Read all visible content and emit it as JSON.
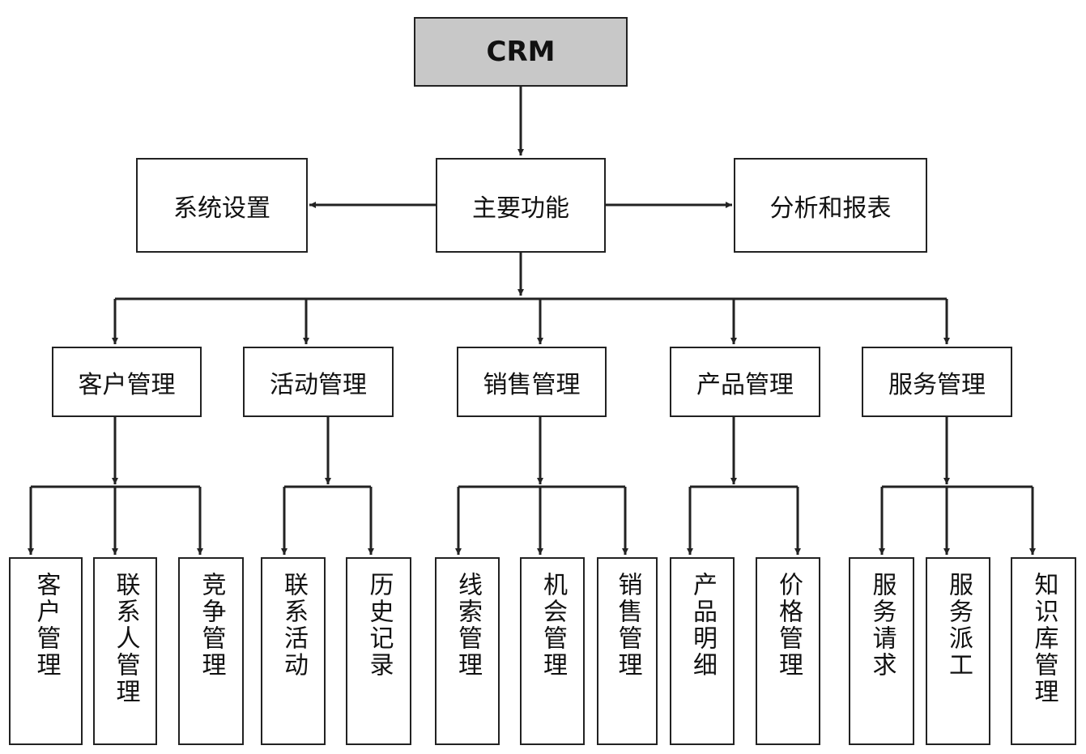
{
  "root": {
    "label": "CRM"
  },
  "main": {
    "label": "主要功能"
  },
  "settings": {
    "label": "系统设置"
  },
  "analytics": {
    "label": "分析和报表"
  },
  "modules": [
    {
      "label": "客户管理",
      "children": [
        "客户管理",
        "联系人管理",
        "竞争管理"
      ]
    },
    {
      "label": "活动管理",
      "children": [
        "联系活动",
        "历史记录"
      ]
    },
    {
      "label": "销售管理",
      "children": [
        "线索管理",
        "机会管理",
        "销售管理"
      ]
    },
    {
      "label": "产品管理",
      "children": [
        "产品明细",
        "价格管理"
      ]
    },
    {
      "label": "服务管理",
      "children": [
        "服务请求",
        "服务派工",
        "知识库管理"
      ]
    }
  ],
  "colors": {
    "root_fill": "#c8c8c8",
    "line": "#222222",
    "box_fill": "#ffffff"
  }
}
